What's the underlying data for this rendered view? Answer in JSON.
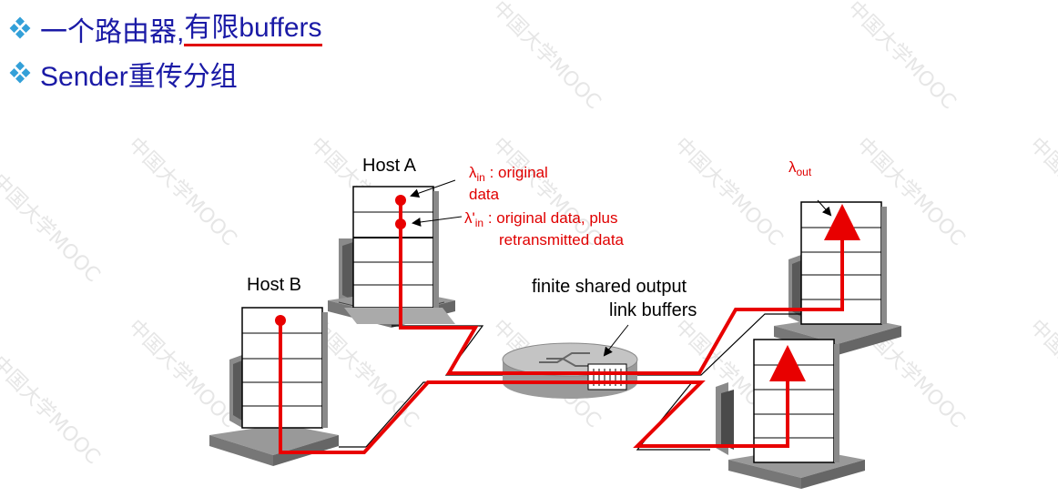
{
  "bullets": [
    {
      "text_pre": "一个路由器, ",
      "text_underlined": "有限buffers"
    },
    {
      "text": "Sender重传分组"
    }
  ],
  "diagram": {
    "host_a": "Host A",
    "host_b": "Host B",
    "lambda_in": {
      "symbol": "λ",
      "sub": "in",
      "text_line1": " : original",
      "text_line2": "data"
    },
    "lambda_prime_in": {
      "symbol": "λ'",
      "sub": "in",
      "text_line1": " : original data, plus",
      "text_line2": "retransmitted data"
    },
    "lambda_out": {
      "symbol": "λ",
      "sub": "out"
    },
    "router_label_line1": "finite shared output",
    "router_label_line2": "link buffers"
  },
  "colors": {
    "bullet_text": "#1a1aa6",
    "bullet_icon": "#33a0d8",
    "flow_red": "#e80000",
    "label_red": "#e00000"
  },
  "watermark": "中国大学MOOC"
}
